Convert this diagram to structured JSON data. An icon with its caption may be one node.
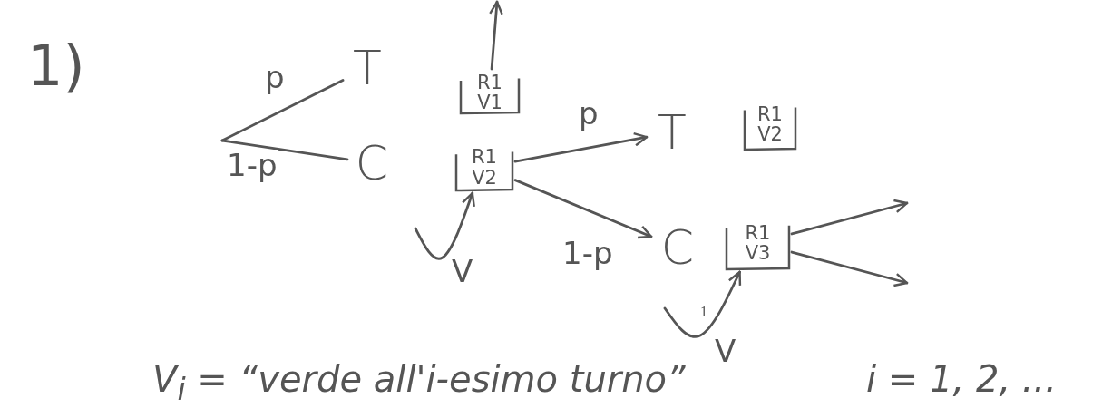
{
  "diagram": {
    "nodes": [
      {
        "text": [
          "T"
        ]
      },
      {
        "text": [
          "R1",
          "V1"
        ]
      },
      {
        "text": [
          "C"
        ]
      },
      {
        "text": [
          "R1",
          "V2"
        ]
      },
      {
        "text": [
          "T"
        ]
      },
      {
        "text": [
          "R1",
          "V2"
        ]
      },
      {
        "text": [
          "C"
        ]
      },
      {
        "text": [
          "R1",
          "V3"
        ]
      }
    ],
    "edges": [
      {
        "from": null,
        "to": 0,
        "arrow": "none",
        "label": "p"
      },
      {
        "from": null,
        "to": 2,
        "arrow": "none",
        "label": "1-p"
      },
      {
        "from": 1,
        "to": null,
        "arrow": "to"
      },
      {
        "from": null,
        "to": 3,
        "arrow": "to",
        "label": "V"
      },
      {
        "from": 3,
        "to": 4,
        "arrow": "to",
        "label": "p"
      },
      {
        "from": 3,
        "to": 6,
        "arrow": "to",
        "label": "1-p"
      },
      {
        "from": null,
        "to": 7,
        "arrow": "to",
        "label": "V"
      },
      {
        "from": 7,
        "to": null,
        "arrow": "to"
      },
      {
        "from": 7,
        "to": null,
        "arrow": "to"
      }
    ],
    "labels": [
      "1)",
      "1",
      "V$_{i}$ = “verde all'i-esimo turno”",
      "i = 1, 2, ..."
    ]
  }
}
